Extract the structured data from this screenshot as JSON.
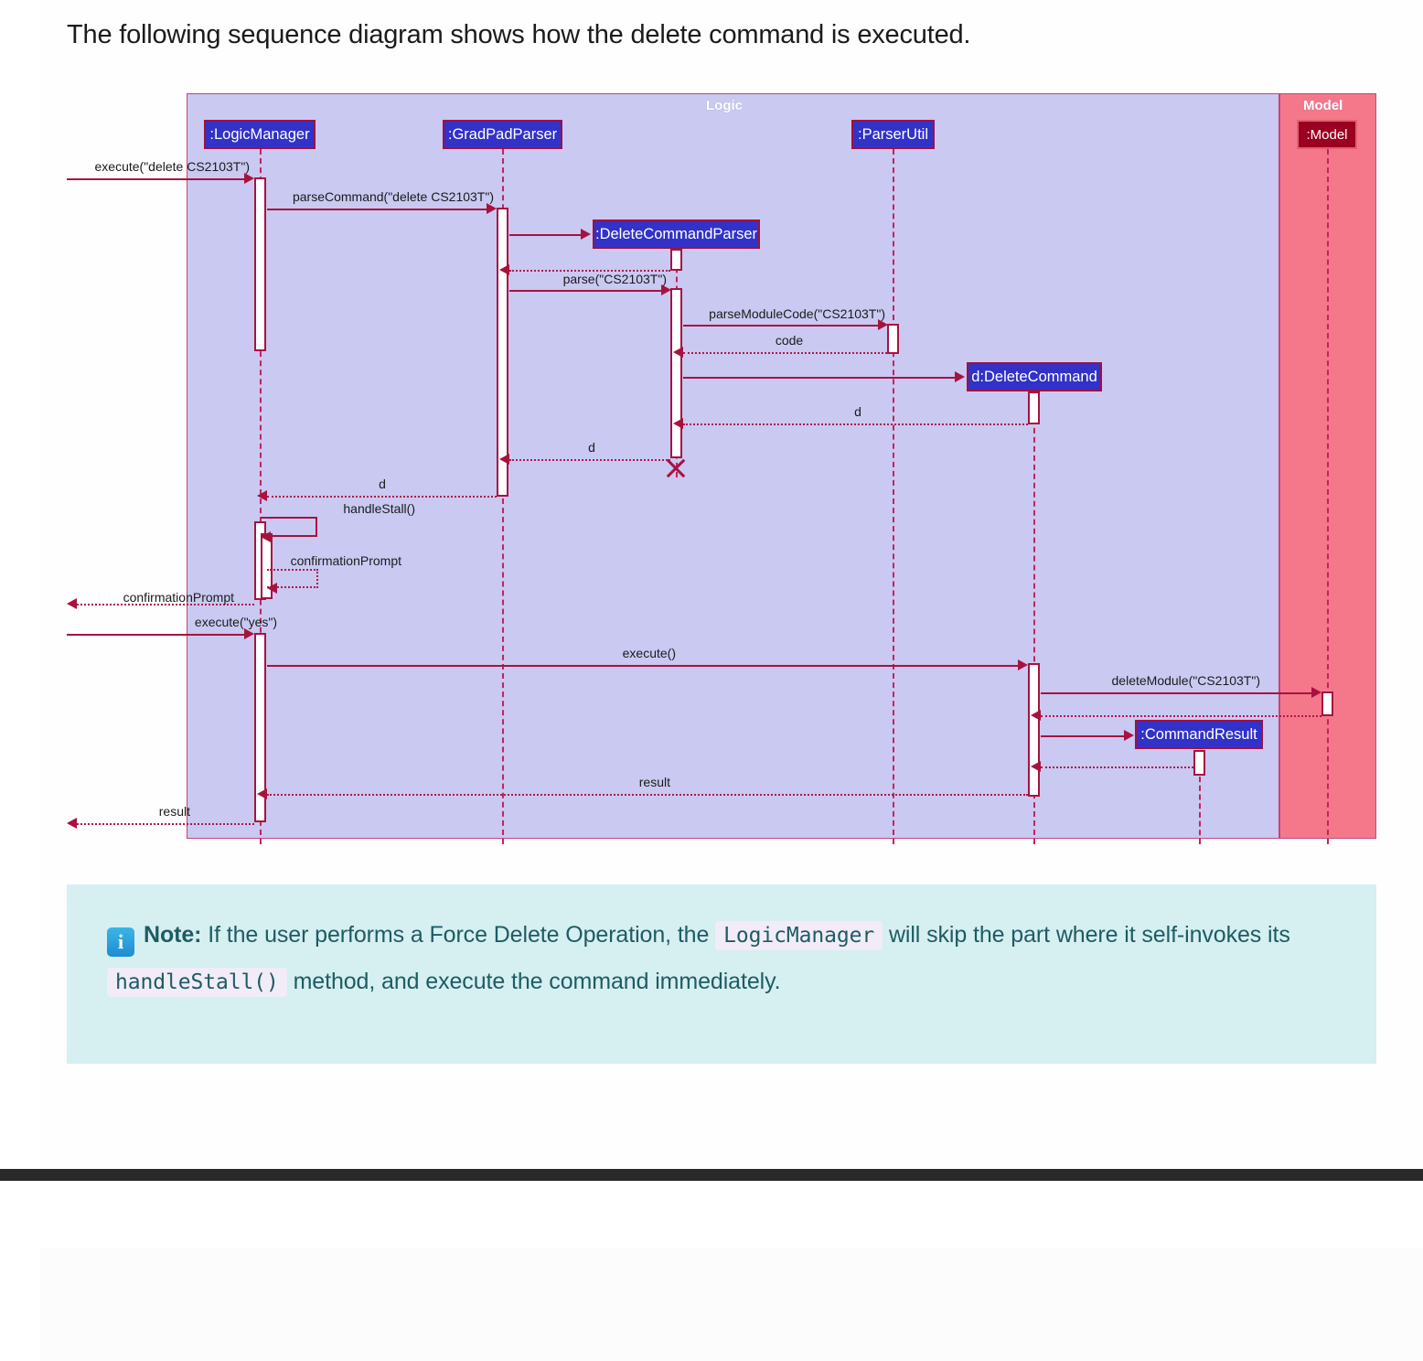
{
  "intro": {
    "text": "The following sequence diagram shows how the delete command is executed."
  },
  "diagram": {
    "type": "uml-sequence-diagram",
    "panels": [
      {
        "name": "Logic",
        "label": "Logic",
        "color": "#c9c9f2",
        "border": "#c2457a"
      },
      {
        "name": "Model",
        "label": "Model",
        "color": "#f4788a",
        "border": "#c2457a"
      }
    ],
    "participants": [
      {
        "id": "logicManager",
        "label": ":LogicManager",
        "panel": "Logic",
        "color": "#3232c8"
      },
      {
        "id": "gradPadParser",
        "label": ":GradPadParser",
        "panel": "Logic",
        "color": "#3232c8"
      },
      {
        "id": "deleteCommandParser",
        "label": ":DeleteCommandParser",
        "panel": "Logic",
        "color": "#3232c8"
      },
      {
        "id": "parserUtil",
        "label": ":ParserUtil",
        "panel": "Logic",
        "color": "#3232c8"
      },
      {
        "id": "deleteCommand",
        "label": "d:DeleteCommand",
        "panel": "Logic",
        "color": "#3232c8"
      },
      {
        "id": "commandResult",
        "label": ":CommandResult",
        "panel": "Logic",
        "color": "#3232c8"
      },
      {
        "id": "model",
        "label": ":Model",
        "panel": "Model",
        "color": "#9b0020"
      }
    ],
    "messages": [
      {
        "n": 1,
        "label": "execute(\"delete CS2103T\")",
        "kind": "call",
        "from": "actor",
        "to": "logicManager"
      },
      {
        "n": 2,
        "label": "parseCommand(\"delete CS2103T\")",
        "kind": "call",
        "from": "logicManager",
        "to": "gradPadParser"
      },
      {
        "n": 3,
        "label": "",
        "kind": "create",
        "from": "gradPadParser",
        "to": "deleteCommandParser"
      },
      {
        "n": 4,
        "label": "",
        "kind": "return",
        "from": "deleteCommandParser",
        "to": "gradPadParser"
      },
      {
        "n": 5,
        "label": "parse(\"CS2103T\")",
        "kind": "call",
        "from": "gradPadParser",
        "to": "deleteCommandParser"
      },
      {
        "n": 6,
        "label": "parseModuleCode(\"CS2103T\")",
        "kind": "call",
        "from": "deleteCommandParser",
        "to": "parserUtil"
      },
      {
        "n": 7,
        "label": "code",
        "kind": "return",
        "from": "parserUtil",
        "to": "deleteCommandParser"
      },
      {
        "n": 8,
        "label": "",
        "kind": "create",
        "from": "deleteCommandParser",
        "to": "deleteCommand"
      },
      {
        "n": 9,
        "label": "d",
        "kind": "return",
        "from": "deleteCommand",
        "to": "deleteCommandParser"
      },
      {
        "n": 10,
        "label": "d",
        "kind": "return",
        "from": "deleteCommandParser",
        "to": "gradPadParser"
      },
      {
        "n": 11,
        "label": "d",
        "kind": "return",
        "from": "gradPadParser",
        "to": "logicManager"
      },
      {
        "n": 12,
        "label": "handleStall()",
        "kind": "self-call",
        "from": "logicManager",
        "to": "logicManager"
      },
      {
        "n": 13,
        "label": "confirmationPrompt",
        "kind": "self-return",
        "from": "logicManager",
        "to": "logicManager"
      },
      {
        "n": 14,
        "label": "confirmationPrompt",
        "kind": "return",
        "from": "logicManager",
        "to": "actor"
      },
      {
        "n": 15,
        "label": "execute(\"yes\")",
        "kind": "call",
        "from": "actor",
        "to": "logicManager"
      },
      {
        "n": 16,
        "label": "execute()",
        "kind": "call",
        "from": "logicManager",
        "to": "deleteCommand"
      },
      {
        "n": 17,
        "label": "deleteModule(\"CS2103T\")",
        "kind": "call",
        "from": "deleteCommand",
        "to": "model"
      },
      {
        "n": 18,
        "label": "",
        "kind": "return",
        "from": "model",
        "to": "deleteCommand"
      },
      {
        "n": 19,
        "label": "",
        "kind": "create",
        "from": "deleteCommand",
        "to": "commandResult"
      },
      {
        "n": 20,
        "label": "",
        "kind": "return",
        "from": "commandResult",
        "to": "deleteCommand"
      },
      {
        "n": 21,
        "label": "result",
        "kind": "return",
        "from": "deleteCommand",
        "to": "logicManager"
      },
      {
        "n": 22,
        "label": "result",
        "kind": "return",
        "from": "logicManager",
        "to": "actor"
      }
    ],
    "destroyed": [
      "deleteCommandParser"
    ],
    "labels": {
      "m1": "execute(\"delete CS2103T\")",
      "m2": "parseCommand(\"delete CS2103T\")",
      "m5": "parse(\"CS2103T\")",
      "m6": "parseModuleCode(\"CS2103T\")",
      "m7": "code",
      "m9": "d",
      "m10": "d",
      "m11": "d",
      "m12": "handleStall()",
      "m13": "confirmationPrompt",
      "m14": "confirmationPrompt",
      "m15": "execute(\"yes\")",
      "m16": "execute()",
      "m17": "deleteModule(\"CS2103T\")",
      "m21": "result",
      "m22": "result"
    }
  },
  "note": {
    "icon": "info-icon",
    "icon_glyph": "i",
    "strong": "Note:",
    "part1": " If the user performs a Force Delete Operation, the ",
    "code1": "LogicManager",
    "part2": " will skip the part where it self-invokes its ",
    "code2": "handleStall()",
    "part3": " method, and execute the command immediately."
  }
}
